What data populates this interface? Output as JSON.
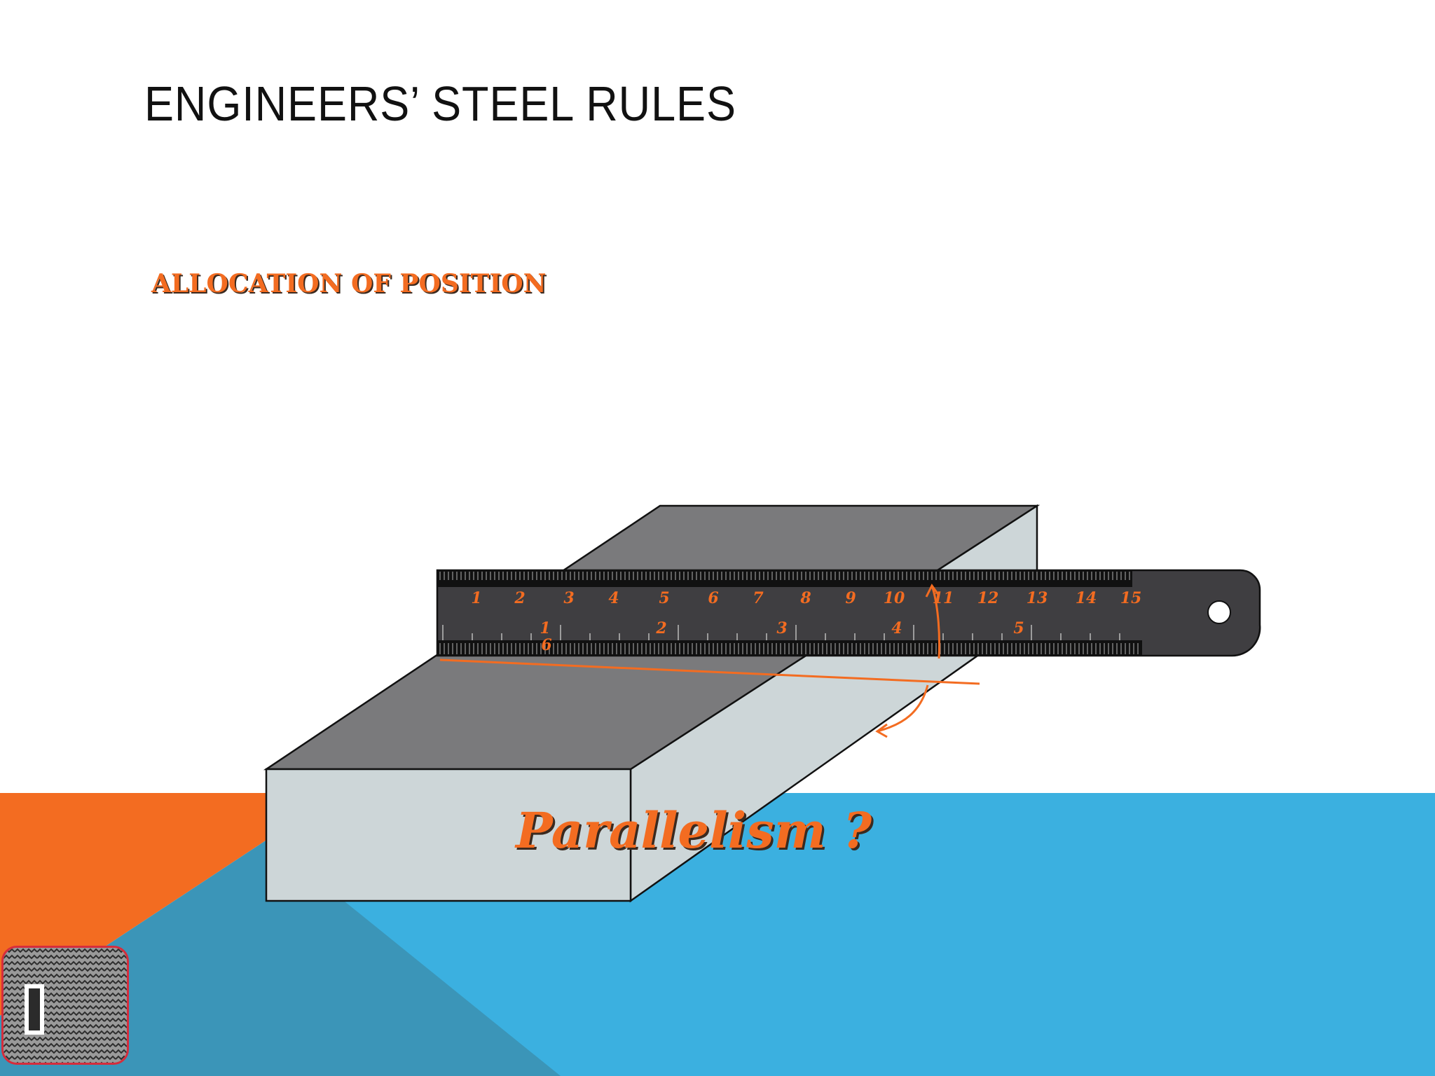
{
  "slide": {
    "title": "ENGINEERS’ STEEL RULES",
    "subtitle": "ALLOCATION  OF POSITION",
    "label": "Parallelism ?"
  },
  "ruler": {
    "top_scale": [
      "1",
      "2",
      "3",
      "4",
      "5",
      "6",
      "7",
      "8",
      "9",
      "10",
      "11",
      "12",
      "13",
      "14",
      "15"
    ],
    "bottom_scale": [
      "1",
      "2",
      "3",
      "4",
      "5"
    ],
    "bottom_scale_extra": "6"
  },
  "icons": {
    "nav_button": "hidden-link-button-icon",
    "arrows": "rotation-arrow-icon"
  },
  "colors": {
    "accent_orange": "#f36c21",
    "accent_blue": "#3bb0e0",
    "dark_teal": "#3b95b8",
    "ruler_dark": "#3f3e41",
    "block_top": "#7a7a7c",
    "block_side": "#cdd6d8"
  }
}
